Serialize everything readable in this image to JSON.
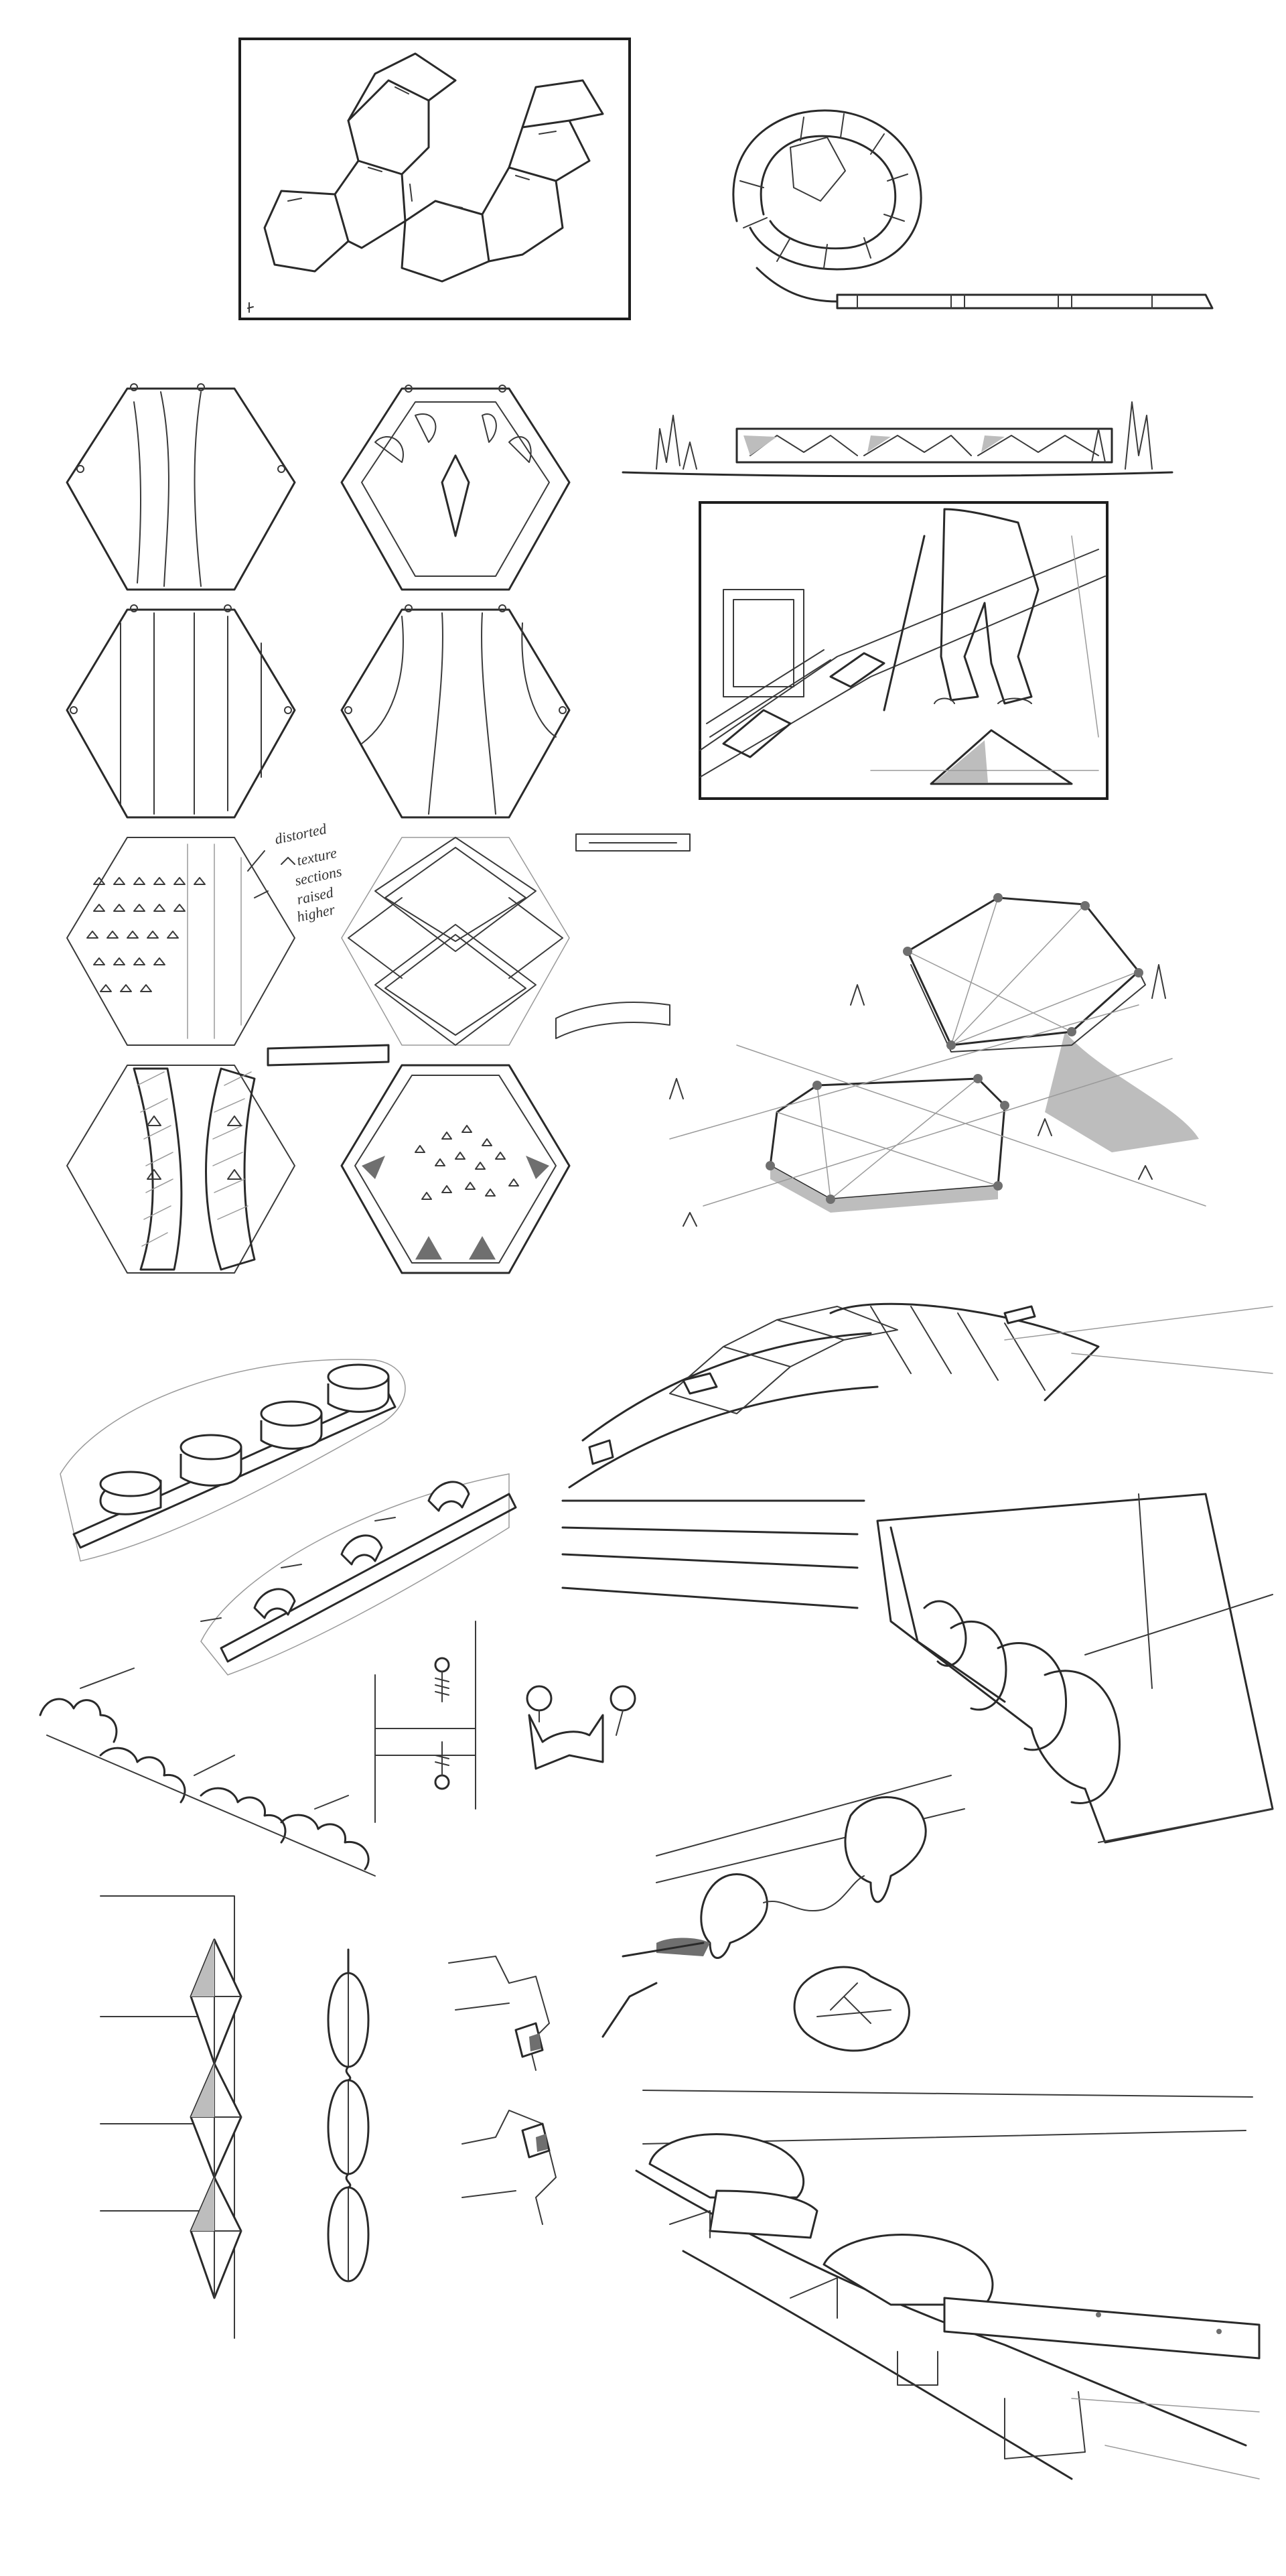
{
  "page": {
    "background": "#ffffff",
    "ink_color": "#2a2a2a"
  },
  "sketches": {
    "hexagon_grid": {
      "note_lines": [
        "distorted",
        "texture",
        "sections",
        "raised",
        "higher"
      ]
    }
  }
}
